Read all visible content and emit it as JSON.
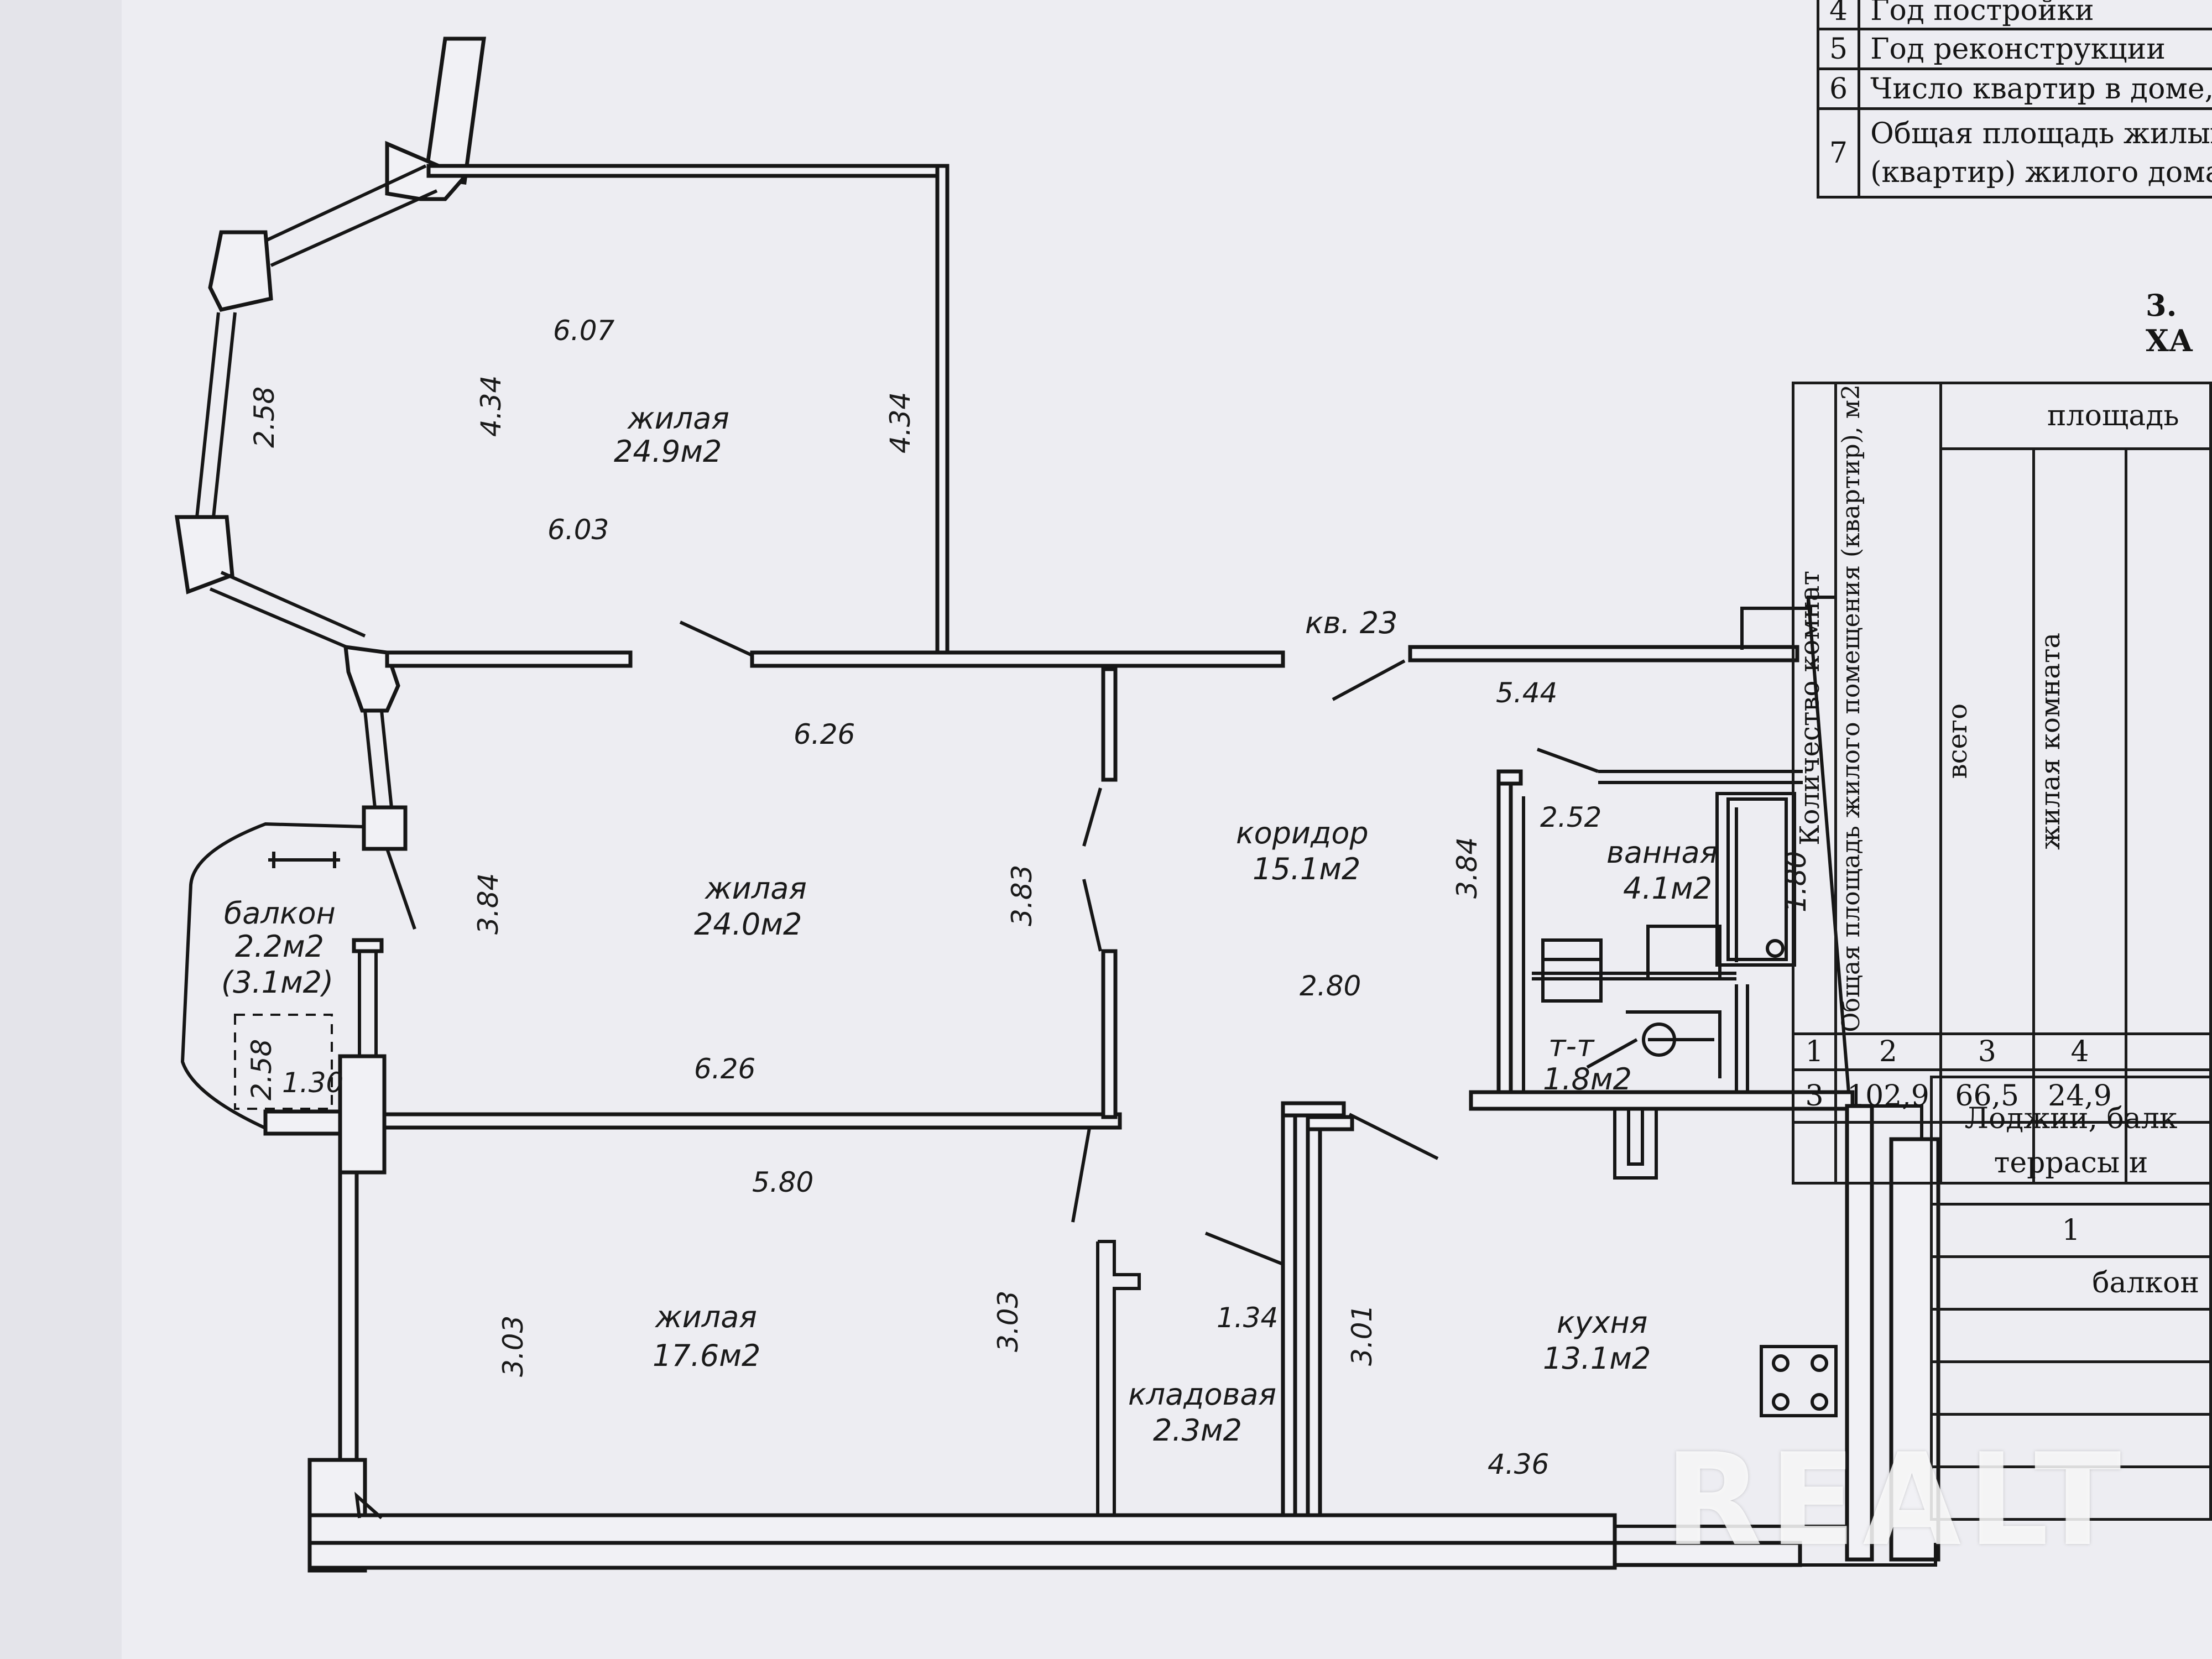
{
  "plan": {
    "apartment_label": "кв. 23",
    "rooms": {
      "living1": {
        "name": "жилая",
        "area": "24.9м2"
      },
      "living2": {
        "name": "жилая",
        "area": "24.0м2"
      },
      "living3": {
        "name": "жилая",
        "area": "17.6м2"
      },
      "balcony": {
        "name": "балкон",
        "area": "2.2м2",
        "area_alt": "(3.1м2)"
      },
      "corridor": {
        "name": "коридор",
        "area": "15.1м2"
      },
      "bathroom": {
        "name": "ванная",
        "area": "4.1м2"
      },
      "toilet": {
        "name": "т-т",
        "area": "1.8м2"
      },
      "storage": {
        "name": "кладовая",
        "area": "2.3м2"
      },
      "kitchen": {
        "name": "кухня",
        "area": "13.1м2"
      }
    },
    "dims": {
      "d607": "6.07",
      "d603": "6.03",
      "d434a": "4.34",
      "d434b": "4.34",
      "d258a": "2.58",
      "d626a": "6.26",
      "d626b": "6.26",
      "d384": "3.84",
      "d383": "3.83",
      "d544": "5.44",
      "d252": "2.52",
      "d384b": "3.84",
      "d180": "1.80",
      "d280": "2.80",
      "d580": "5.80",
      "d303a": "3.03",
      "d303b": "3.03",
      "d134": "1.34",
      "d301": "3.01",
      "d436": "4.36",
      "d258b": "2.58",
      "d130": "1.30"
    }
  },
  "top_table": {
    "rows": [
      {
        "num": "4",
        "text": "Год постройки"
      },
      {
        "num": "5",
        "text": "Год реконструкции"
      },
      {
        "num": "6",
        "text": "Число квартир в доме, ш"
      },
      {
        "num": "7",
        "text": "Общая площадь жилых",
        "text2": "(квартир) жилого дома"
      }
    ]
  },
  "section_title": "3. ХА",
  "right_table": {
    "headers": {
      "col1": "Количество комнат",
      "col2": "Общая площадь жилого помещения (квартир), м2",
      "group": "площадь",
      "col3": "всего",
      "col4": "жилая комната"
    },
    "col_numbers": [
      "1",
      "2",
      "3",
      "4"
    ],
    "values": [
      "3",
      "102,9",
      "66,5",
      "24,9"
    ]
  },
  "balcony_table": {
    "title1": "Лоджии, балк",
    "title2": "террасы и",
    "col_number": "1",
    "row1": "балкон"
  },
  "watermark": "REALT",
  "colors": {
    "ink": "#161616",
    "paper": "#ededf2"
  }
}
